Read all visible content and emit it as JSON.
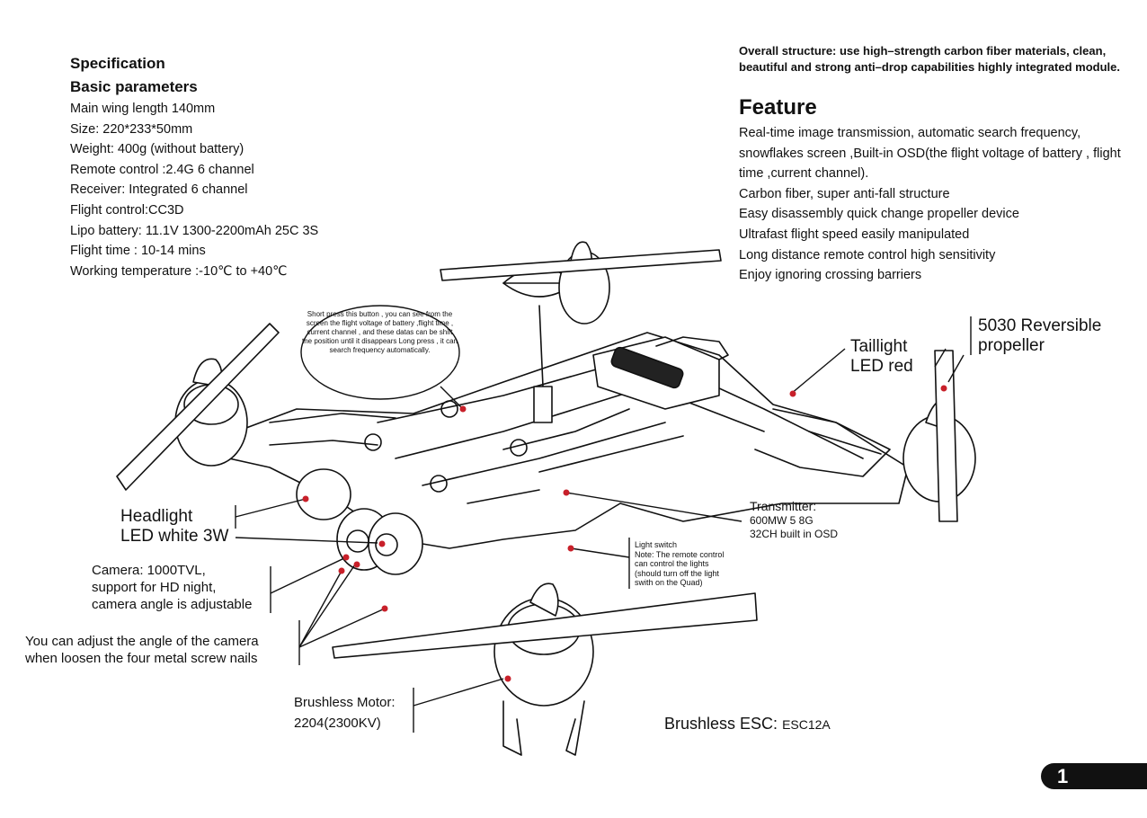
{
  "specification": {
    "title": "Specification",
    "subtitle": "Basic parameters",
    "items": [
      "Main wing length 140mm",
      "Size: 220*233*50mm",
      "Weight: 400g (without battery)",
      "Remote control :2.4G 6 channel",
      "Receiver: Integrated 6 channel",
      "Flight control:CC3D",
      "Lipo battery: 11.1V 1300-2200mAh 25C 3S",
      "Flight time : 10-14 mins",
      "Working temperature :-10℃ to +40℃"
    ]
  },
  "overall": "Overall structure: use high–strength carbon fiber materials, clean, beautiful and strong anti–drop capabilities highly integrated module.",
  "feature": {
    "title": "Feature",
    "items": [
      "Real-time image transmission, automatic search frequency, snowflakes screen ,Built-in OSD(the flight voltage of battery , flight time ,current channel).",
      "Carbon fiber, super anti-fall structure",
      "Easy disassembly quick change propeller device",
      "Ultrafast flight speed easily manipulated",
      "Long distance remote control high sensitivity",
      "Enjoy ignoring crossing barriers"
    ]
  },
  "annotations": {
    "bubble": "Short press this button , you can see from the screen the flight voltage of battery ,flight time , current channel , and these datas can be shift the position until it disappears Long press , it can search frequency automatically.",
    "taillight_1": "Taillight",
    "taillight_2": "LED red",
    "propeller_1": "5030 Reversible",
    "propeller_2": "propeller",
    "headlight_1": "Headlight",
    "headlight_2": "LED white 3W",
    "camera_1": "Camera: 1000TVL,",
    "camera_2": "support for HD night,",
    "camera_3": "camera angle is adjustable",
    "adjust_1": "You can adjust the angle of the camera",
    "adjust_2": "when loosen the four metal screw nails",
    "transmitter_1": "Transmitter:",
    "transmitter_2": "600MW 5 8G",
    "transmitter_3": "32CH built in OSD",
    "lightswitch_1": "Light switch",
    "lightswitch_2": "Note: The remote control",
    "lightswitch_3": "can control the lights",
    "lightswitch_4": "(should turn off the light",
    "lightswitch_5": "swith on the Quad)",
    "motor_1": "Brushless Motor:",
    "motor_2": "2204(2300KV)",
    "esc_label": "Brushless ESC:",
    "esc_value": "ESC12A"
  },
  "page_number": "1",
  "colors": {
    "marker": "#c8202a",
    "ink": "#111111"
  }
}
